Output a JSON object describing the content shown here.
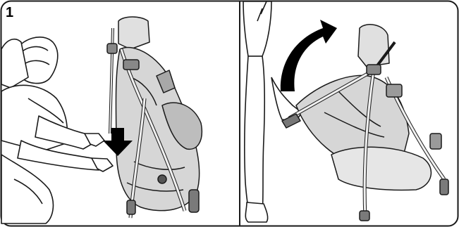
{
  "step": {
    "number": "1"
  },
  "panels": [
    {
      "id": "left",
      "action": "push-down"
    },
    {
      "id": "right",
      "action": "rotate-up"
    }
  ],
  "colors": {
    "stroke": "#1a1a1a",
    "fill_light": "#e8e8e8",
    "fill_mid": "#c9c9c9",
    "fill_dark": "#9a9a9a",
    "arrow": "#000000"
  },
  "icons": {
    "left_arrow": "arrow-down-icon",
    "right_arrow": "arrow-curved-up-icon"
  }
}
